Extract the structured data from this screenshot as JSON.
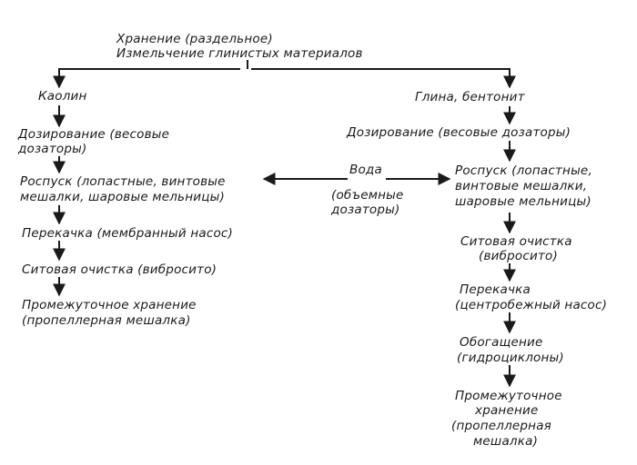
{
  "header": {
    "line1": "Хранение (раздельное)",
    "line2": "Измельчение глинистых материалов"
  },
  "left_branch": {
    "title": "Каолин",
    "dosing": [
      "Дозирование (весовые",
      "дозаторы)"
    ],
    "dissolving": [
      "Роспуск (лопастные, винтовые",
      "мешалки, шаровые мельницы)"
    ],
    "pumping": "Перекачка (мембранный насос)",
    "sieving": "Ситовая очистка (вибросито)",
    "storage": [
      "Промежуточное хранение",
      "(пропеллерная мешалка)"
    ]
  },
  "center": {
    "water": "Вода",
    "dosers": [
      "(объемные",
      "дозаторы)"
    ]
  },
  "right_branch": {
    "title": "Глина, бентонит",
    "dosing": "Дозирование (весовые дозаторы)",
    "dissolving": [
      "Роспуск (лопастные,",
      "винтовые мешалки,",
      "шаровые мельницы)"
    ],
    "sieving": [
      "Ситовая очистка",
      "(вибросито)"
    ],
    "pumping": [
      "Перекачка",
      "(центробежный насос)"
    ],
    "enrichment": [
      "Обогащение",
      "(гидроциклоны)"
    ],
    "storage": [
      "Промежуточное",
      "хранение",
      "(пропеллерная",
      "мешалка)"
    ]
  }
}
